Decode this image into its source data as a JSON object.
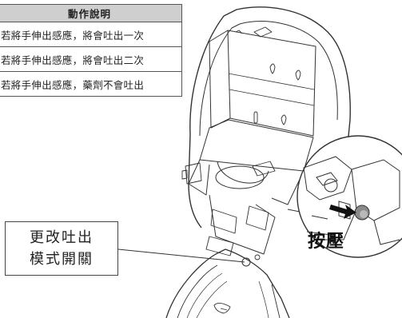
{
  "table": {
    "header": "動作說明",
    "rows": [
      "若將手伸出感應，將會吐出一次",
      "若將手伸出感應，將會吐出二次",
      "若將手伸出感應，藥劑不會吐出"
    ]
  },
  "callout": {
    "line1": "更改吐出",
    "line2": "模式開關"
  },
  "press_label": "按壓"
}
